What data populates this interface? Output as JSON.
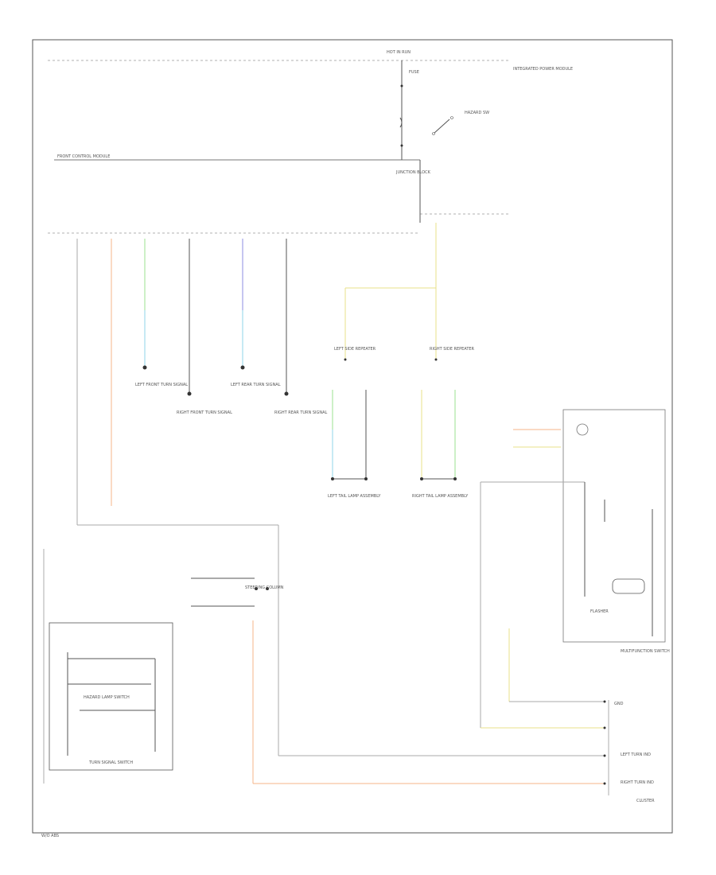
{
  "diagram": {
    "top_connector": "HOT IN RUN",
    "fuse": "FUSE",
    "hazard_switch": "HAZARD SW",
    "front_control_module": "FRONT CONTROL MODULE",
    "junction_block": "JUNCTION BLOCK",
    "right_module_label": "INTEGRATED POWER MODULE",
    "turn_signal_switch": "TURN SIGNAL SWITCH",
    "hazard_lamp_switch": "HAZARD LAMP SWITCH",
    "multifunction_switch": "MULTIFUNCTION SWITCH",
    "clockspring_label": "STEERING COLUMN",
    "instrument_cluster": "CLUSTER",
    "footnote": "W/O ABS",
    "lamp_left_front": "LEFT FRONT TURN SIGNAL",
    "lamp_right_front": "RIGHT FRONT TURN SIGNAL",
    "lamp_left_rear": "LEFT REAR TURN SIGNAL",
    "lamp_right_rear": "RIGHT REAR TURN SIGNAL",
    "lamp_left_side": "LEFT SIDE REPEATER",
    "lamp_right_side": "RIGHT SIDE REPEATER",
    "left_tail_assembly": "LEFT TAIL LAMP ASSEMBLY",
    "right_tail_assembly": "RIGHT TAIL LAMP ASSEMBLY",
    "cluster_left_ind": "LEFT TURN IND",
    "cluster_right_ind": "RIGHT TURN IND",
    "flasher_label": "FLASHER",
    "ground": "GND"
  },
  "colors": {
    "frame": "#555555",
    "wire_black": "#555555",
    "wire_light_green": "#9be08f",
    "wire_light_blue": "#8fd6e8",
    "wire_violet": "#8c8ce0",
    "wire_yellow": "#e8e08a",
    "wire_orange": "#f4b48a",
    "wire_grey": "#aaaaaa"
  }
}
